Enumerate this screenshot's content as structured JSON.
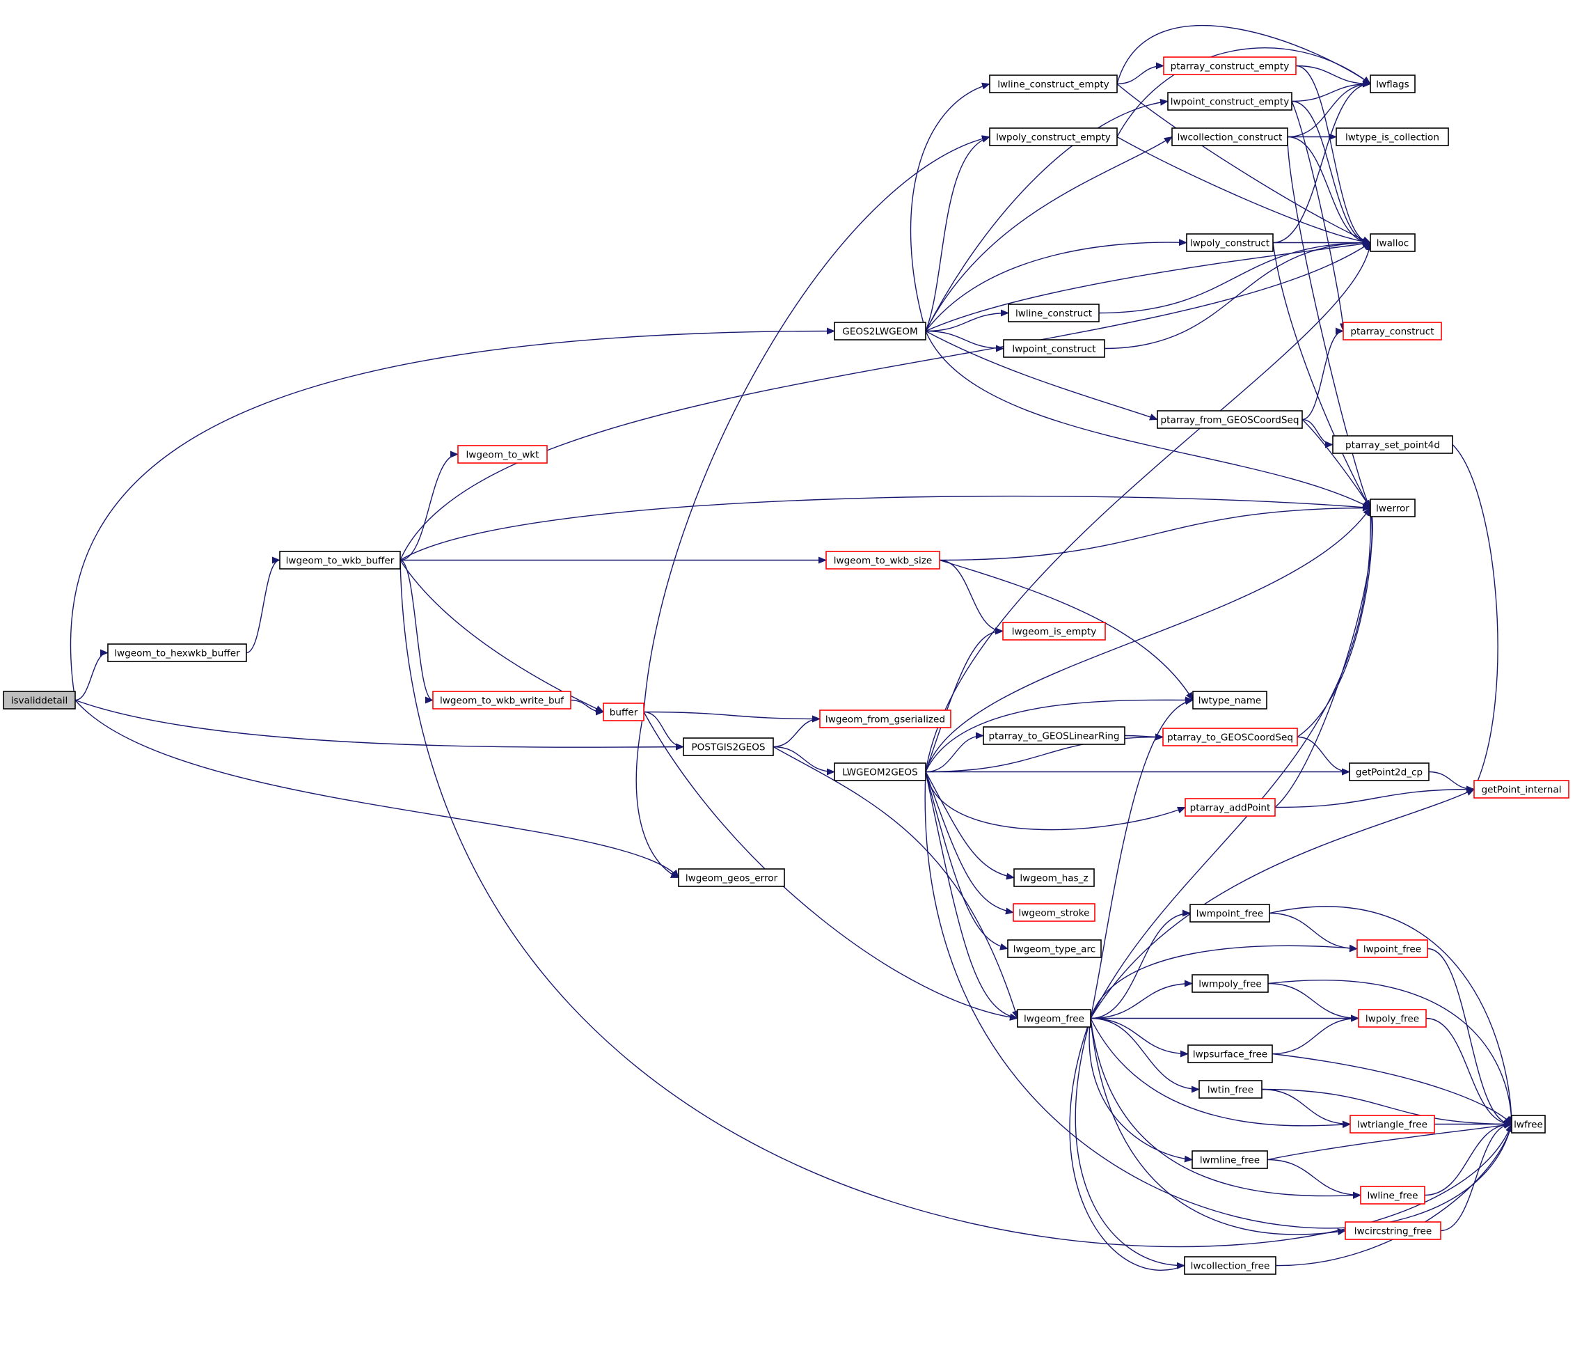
{
  "graph": {
    "edge_color": "#191970",
    "node_colors": {
      "root_fill": "#bfbfbf",
      "normal_border": "#000000",
      "truncated_border": "#ff0000"
    },
    "nodes": [
      {
        "id": "isvaliddetail",
        "label": "isvaliddetail",
        "style": "root"
      },
      {
        "id": "lwgeom_to_hexwkb_buffer",
        "label": "lwgeom_to_hexwkb_buffer",
        "style": "normal"
      },
      {
        "id": "lwgeom_to_wkb_buffer",
        "label": "lwgeom_to_wkb_buffer",
        "style": "normal"
      },
      {
        "id": "lwgeom_to_wkt",
        "label": "lwgeom_to_wkt",
        "style": "truncated"
      },
      {
        "id": "lwgeom_to_wkb_write_buf",
        "label": "lwgeom_to_wkb_write_buf",
        "style": "truncated"
      },
      {
        "id": "buffer",
        "label": "buffer",
        "style": "truncated"
      },
      {
        "id": "GEOS2LWGEOM",
        "label": "GEOS2LWGEOM",
        "style": "normal"
      },
      {
        "id": "POSTGIS2GEOS",
        "label": "POSTGIS2GEOS",
        "style": "normal"
      },
      {
        "id": "lwgeom_geos_error",
        "label": "lwgeom_geos_error",
        "style": "normal"
      },
      {
        "id": "lwgeom_to_wkb_size",
        "label": "lwgeom_to_wkb_size",
        "style": "truncated"
      },
      {
        "id": "lwgeom_from_gserialized",
        "label": "lwgeom_from_gserialized",
        "style": "truncated"
      },
      {
        "id": "LWGEOM2GEOS",
        "label": "LWGEOM2GEOS",
        "style": "normal"
      },
      {
        "id": "lwline_construct_empty",
        "label": "lwline_construct_empty",
        "style": "normal"
      },
      {
        "id": "lwpoly_construct_empty",
        "label": "lwpoly_construct_empty",
        "style": "normal"
      },
      {
        "id": "lwline_construct",
        "label": "lwline_construct",
        "style": "normal"
      },
      {
        "id": "lwpoint_construct",
        "label": "lwpoint_construct",
        "style": "normal"
      },
      {
        "id": "lwgeom_is_empty",
        "label": "lwgeom_is_empty",
        "style": "truncated"
      },
      {
        "id": "ptarray_to_GEOSLinearRing",
        "label": "ptarray_to_GEOSLinearRing",
        "style": "normal"
      },
      {
        "id": "lwgeom_has_z",
        "label": "lwgeom_has_z",
        "style": "normal"
      },
      {
        "id": "lwgeom_stroke",
        "label": "lwgeom_stroke",
        "style": "truncated"
      },
      {
        "id": "lwgeom_type_arc",
        "label": "lwgeom_type_arc",
        "style": "normal"
      },
      {
        "id": "lwgeom_free",
        "label": "lwgeom_free",
        "style": "normal"
      },
      {
        "id": "ptarray_construct_empty",
        "label": "ptarray_construct_empty",
        "style": "truncated"
      },
      {
        "id": "lwpoint_construct_empty",
        "label": "lwpoint_construct_empty",
        "style": "normal"
      },
      {
        "id": "lwcollection_construct",
        "label": "lwcollection_construct",
        "style": "normal"
      },
      {
        "id": "lwpoly_construct",
        "label": "lwpoly_construct",
        "style": "normal"
      },
      {
        "id": "ptarray_from_GEOSCoordSeq",
        "label": "ptarray_from_GEOSCoordSeq",
        "style": "normal"
      },
      {
        "id": "lwtype_name",
        "label": "lwtype_name",
        "style": "normal"
      },
      {
        "id": "ptarray_to_GEOSCoordSeq",
        "label": "ptarray_to_GEOSCoordSeq",
        "style": "truncated"
      },
      {
        "id": "ptarray_addPoint",
        "label": "ptarray_addPoint",
        "style": "truncated"
      },
      {
        "id": "lwmpoint_free",
        "label": "lwmpoint_free",
        "style": "normal"
      },
      {
        "id": "lwmpoly_free",
        "label": "lwmpoly_free",
        "style": "normal"
      },
      {
        "id": "lwpsurface_free",
        "label": "lwpsurface_free",
        "style": "normal"
      },
      {
        "id": "lwtin_free",
        "label": "lwtin_free",
        "style": "normal"
      },
      {
        "id": "lwmline_free",
        "label": "lwmline_free",
        "style": "normal"
      },
      {
        "id": "lwcollection_free",
        "label": "lwcollection_free",
        "style": "normal"
      },
      {
        "id": "lwflags",
        "label": "lwflags",
        "style": "normal"
      },
      {
        "id": "lwtype_is_collection",
        "label": "lwtype_is_collection",
        "style": "normal"
      },
      {
        "id": "lwalloc",
        "label": "lwalloc",
        "style": "normal"
      },
      {
        "id": "ptarray_construct",
        "label": "ptarray_construct",
        "style": "truncated"
      },
      {
        "id": "ptarray_set_point4d",
        "label": "ptarray_set_point4d",
        "style": "normal"
      },
      {
        "id": "lwerror",
        "label": "lwerror",
        "style": "normal"
      },
      {
        "id": "getPoint2d_cp",
        "label": "getPoint2d_cp",
        "style": "normal"
      },
      {
        "id": "lwpoint_free",
        "label": "lwpoint_free",
        "style": "truncated"
      },
      {
        "id": "lwpoly_free",
        "label": "lwpoly_free",
        "style": "truncated"
      },
      {
        "id": "lwtriangle_free",
        "label": "lwtriangle_free",
        "style": "truncated"
      },
      {
        "id": "lwline_free",
        "label": "lwline_free",
        "style": "truncated"
      },
      {
        "id": "lwcircstring_free",
        "label": "lwcircstring_free",
        "style": "truncated"
      },
      {
        "id": "getPoint_internal",
        "label": "getPoint_internal",
        "style": "truncated"
      },
      {
        "id": "lwfree",
        "label": "lwfree",
        "style": "normal"
      }
    ],
    "edges": [
      [
        "isvaliddetail",
        "lwgeom_to_hexwkb_buffer"
      ],
      [
        "isvaliddetail",
        "GEOS2LWGEOM"
      ],
      [
        "isvaliddetail",
        "POSTGIS2GEOS"
      ],
      [
        "isvaliddetail",
        "lwgeom_geos_error"
      ],
      [
        "lwgeom_to_hexwkb_buffer",
        "lwgeom_to_wkb_buffer"
      ],
      [
        "lwgeom_to_wkb_buffer",
        "lwgeom_to_wkt"
      ],
      [
        "lwgeom_to_wkb_buffer",
        "lwgeom_to_wkb_write_buf"
      ],
      [
        "lwgeom_to_wkb_buffer",
        "buffer"
      ],
      [
        "lwgeom_to_wkb_buffer",
        "lwgeom_to_wkb_size"
      ],
      [
        "lwgeom_to_wkb_buffer",
        "lwalloc"
      ],
      [
        "lwgeom_to_wkb_buffer",
        "lwerror"
      ],
      [
        "lwgeom_to_wkb_buffer",
        "lwfree"
      ],
      [
        "lwgeom_to_wkb_write_buf",
        "buffer"
      ],
      [
        "buffer",
        "lwpoly_construct_empty"
      ],
      [
        "buffer",
        "POSTGIS2GEOS"
      ],
      [
        "buffer",
        "lwgeom_from_gserialized"
      ],
      [
        "buffer",
        "lwgeom_geos_error"
      ],
      [
        "buffer",
        "lwgeom_free"
      ],
      [
        "GEOS2LWGEOM",
        "lwline_construct_empty"
      ],
      [
        "GEOS2LWGEOM",
        "lwpoly_construct_empty"
      ],
      [
        "GEOS2LWGEOM",
        "lwpoint_construct_empty"
      ],
      [
        "GEOS2LWGEOM",
        "lwcollection_construct"
      ],
      [
        "GEOS2LWGEOM",
        "lwpoly_construct"
      ],
      [
        "GEOS2LWGEOM",
        "lwline_construct"
      ],
      [
        "GEOS2LWGEOM",
        "lwpoint_construct"
      ],
      [
        "GEOS2LWGEOM",
        "ptarray_from_GEOSCoordSeq"
      ],
      [
        "GEOS2LWGEOM",
        "lwalloc"
      ],
      [
        "GEOS2LWGEOM",
        "lwerror"
      ],
      [
        "POSTGIS2GEOS",
        "lwgeom_from_gserialized"
      ],
      [
        "POSTGIS2GEOS",
        "LWGEOM2GEOS"
      ],
      [
        "POSTGIS2GEOS",
        "lwgeom_free"
      ],
      [
        "lwgeom_to_wkb_size",
        "lwerror"
      ],
      [
        "lwgeom_to_wkb_size",
        "lwgeom_is_empty"
      ],
      [
        "lwgeom_to_wkb_size",
        "lwtype_name"
      ],
      [
        "LWGEOM2GEOS",
        "lwalloc"
      ],
      [
        "LWGEOM2GEOS",
        "lwgeom_is_empty"
      ],
      [
        "LWGEOM2GEOS",
        "lwerror"
      ],
      [
        "LWGEOM2GEOS",
        "lwtype_name"
      ],
      [
        "LWGEOM2GEOS",
        "ptarray_to_GEOSLinearRing"
      ],
      [
        "LWGEOM2GEOS",
        "ptarray_to_GEOSCoordSeq"
      ],
      [
        "LWGEOM2GEOS",
        "getPoint2d_cp"
      ],
      [
        "LWGEOM2GEOS",
        "ptarray_addPoint"
      ],
      [
        "LWGEOM2GEOS",
        "lwgeom_has_z"
      ],
      [
        "LWGEOM2GEOS",
        "lwgeom_stroke"
      ],
      [
        "LWGEOM2GEOS",
        "lwgeom_type_arc"
      ],
      [
        "LWGEOM2GEOS",
        "lwgeom_free"
      ],
      [
        "LWGEOM2GEOS",
        "lwfree"
      ],
      [
        "lwline_construct_empty",
        "ptarray_construct_empty"
      ],
      [
        "lwline_construct_empty",
        "lwflags"
      ],
      [
        "lwline_construct_empty",
        "lwalloc"
      ],
      [
        "lwpoly_construct_empty",
        "lwflags"
      ],
      [
        "lwpoly_construct_empty",
        "lwalloc"
      ],
      [
        "ptarray_construct_empty",
        "lwflags"
      ],
      [
        "ptarray_construct_empty",
        "lwalloc"
      ],
      [
        "lwpoint_construct_empty",
        "lwflags"
      ],
      [
        "lwpoint_construct_empty",
        "lwalloc"
      ],
      [
        "lwpoint_construct_empty",
        "ptarray_construct"
      ],
      [
        "lwcollection_construct",
        "lwflags"
      ],
      [
        "lwcollection_construct",
        "lwtype_is_collection"
      ],
      [
        "lwcollection_construct",
        "lwalloc"
      ],
      [
        "lwcollection_construct",
        "lwerror"
      ],
      [
        "lwpoly_construct",
        "lwalloc"
      ],
      [
        "lwpoly_construct",
        "lwflags"
      ],
      [
        "lwpoly_construct",
        "lwerror"
      ],
      [
        "lwline_construct",
        "lwalloc"
      ],
      [
        "lwpoint_construct",
        "lwalloc"
      ],
      [
        "ptarray_from_GEOSCoordSeq",
        "ptarray_construct"
      ],
      [
        "ptarray_from_GEOSCoordSeq",
        "ptarray_set_point4d"
      ],
      [
        "ptarray_from_GEOSCoordSeq",
        "lwerror"
      ],
      [
        "ptarray_set_point4d",
        "getPoint_internal"
      ],
      [
        "ptarray_to_GEOSLinearRing",
        "ptarray_to_GEOSCoordSeq"
      ],
      [
        "ptarray_to_GEOSCoordSeq",
        "lwerror"
      ],
      [
        "ptarray_to_GEOSCoordSeq",
        "getPoint2d_cp"
      ],
      [
        "getPoint2d_cp",
        "getPoint_internal"
      ],
      [
        "ptarray_addPoint",
        "lwerror"
      ],
      [
        "ptarray_addPoint",
        "getPoint_internal"
      ],
      [
        "lwgeom_free",
        "lwmpoint_free"
      ],
      [
        "lwgeom_free",
        "lwpoint_free"
      ],
      [
        "lwgeom_free",
        "lwmpoly_free"
      ],
      [
        "lwgeom_free",
        "lwpoly_free"
      ],
      [
        "lwgeom_free",
        "lwpsurface_free"
      ],
      [
        "lwgeom_free",
        "lwtin_free"
      ],
      [
        "lwgeom_free",
        "lwtriangle_free"
      ],
      [
        "lwgeom_free",
        "lwmline_free"
      ],
      [
        "lwgeom_free",
        "lwline_free"
      ],
      [
        "lwgeom_free",
        "lwcircstring_free"
      ],
      [
        "lwgeom_free",
        "lwcollection_free"
      ],
      [
        "lwgeom_free",
        "lwtype_name"
      ],
      [
        "lwgeom_free",
        "lwerror"
      ],
      [
        "lwgeom_free",
        "getPoint_internal"
      ],
      [
        "lwmpoint_free",
        "lwpoint_free"
      ],
      [
        "lwmpoint_free",
        "lwfree"
      ],
      [
        "lwpoint_free",
        "lwfree"
      ],
      [
        "lwmpoly_free",
        "lwpoly_free"
      ],
      [
        "lwmpoly_free",
        "lwfree"
      ],
      [
        "lwpoly_free",
        "lwfree"
      ],
      [
        "lwpsurface_free",
        "lwpoly_free"
      ],
      [
        "lwpsurface_free",
        "lwfree"
      ],
      [
        "lwtin_free",
        "lwtriangle_free"
      ],
      [
        "lwtin_free",
        "lwfree"
      ],
      [
        "lwtriangle_free",
        "lwfree"
      ],
      [
        "lwmline_free",
        "lwline_free"
      ],
      [
        "lwmline_free",
        "lwfree"
      ],
      [
        "lwline_free",
        "lwfree"
      ],
      [
        "lwcircstring_free",
        "lwfree"
      ],
      [
        "lwcollection_free",
        "lwgeom_free"
      ],
      [
        "lwcollection_free",
        "lwfree"
      ]
    ]
  }
}
